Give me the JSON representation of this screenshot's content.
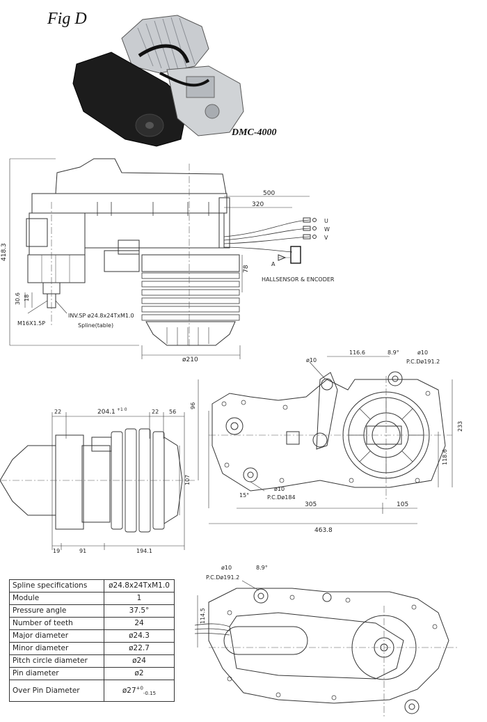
{
  "figure": {
    "title": "Fig D",
    "model": "DMC-4000"
  },
  "side_view": {
    "dim_height": "418.3",
    "dim_500": "500",
    "dim_320": "320",
    "dim_78": "78",
    "dim_30_6": "30.6",
    "dim_18": "18",
    "dim_210": "ø210",
    "thread": "M16X1.5P",
    "spline_note": "INV.SP  ø24.8x24TxM1.0",
    "spline_sub": "Spline(table)",
    "wire_u": "U",
    "wire_w": "W",
    "wire_v": "V",
    "arrow_a": "A",
    "sensor_label": "HALLSENSOR & ENCODER"
  },
  "top_view": {
    "dim_22_left": "22",
    "dim_204": "204.1",
    "dim_204_tol": "+1 0",
    "dim_22_right": "22",
    "dim_56": "56",
    "dim_107": "107",
    "dim_19": "19",
    "dim_91": "91",
    "dim_194": "194.1"
  },
  "front_view": {
    "dim_phi10_top": "ø10",
    "dim_116": "116.6",
    "dim_8_9": "8.9°",
    "dim_phi10_right": "ø10",
    "dim_pcd191": "P.C.Dø191.2",
    "dim_96": "96",
    "dim_233": "233",
    "dim_118": "118.6",
    "dim_15": "15°",
    "dim_phi10_bottom": "ø10",
    "dim_pcd184": "P.C.Dø184",
    "dim_305": "305",
    "dim_105": "105",
    "dim_463": "463.8"
  },
  "rear_view": {
    "dim_phi10": "ø10",
    "dim_pcd191": "P.C.Dø191.2",
    "dim_8_9": "8.9°",
    "dim_114": "114.5"
  },
  "spec_table": {
    "rows": [
      {
        "label": "Spline specifications",
        "value": "ø24.8x24TxM1.0"
      },
      {
        "label": "Module",
        "value": "1"
      },
      {
        "label": "Pressure angle",
        "value": "37.5°"
      },
      {
        "label": "Number of teeth",
        "value": "24"
      },
      {
        "label": "Major diameter",
        "value": "ø24.3"
      },
      {
        "label": "Minor diameter",
        "value": "ø22.7"
      },
      {
        "label": "Pitch circle diameter",
        "value": "ø24"
      },
      {
        "label": "Pin diameter",
        "value": "ø2"
      }
    ],
    "over_pin_label": "Over Pin Diameter",
    "over_pin_base": "ø27",
    "over_pin_upper": "+0",
    "over_pin_lower": "-0.15"
  },
  "colors": {
    "line": "#333333",
    "background": "#ffffff",
    "photo_dark": "#1a1a1a",
    "photo_metal": "#c9ccd0"
  }
}
